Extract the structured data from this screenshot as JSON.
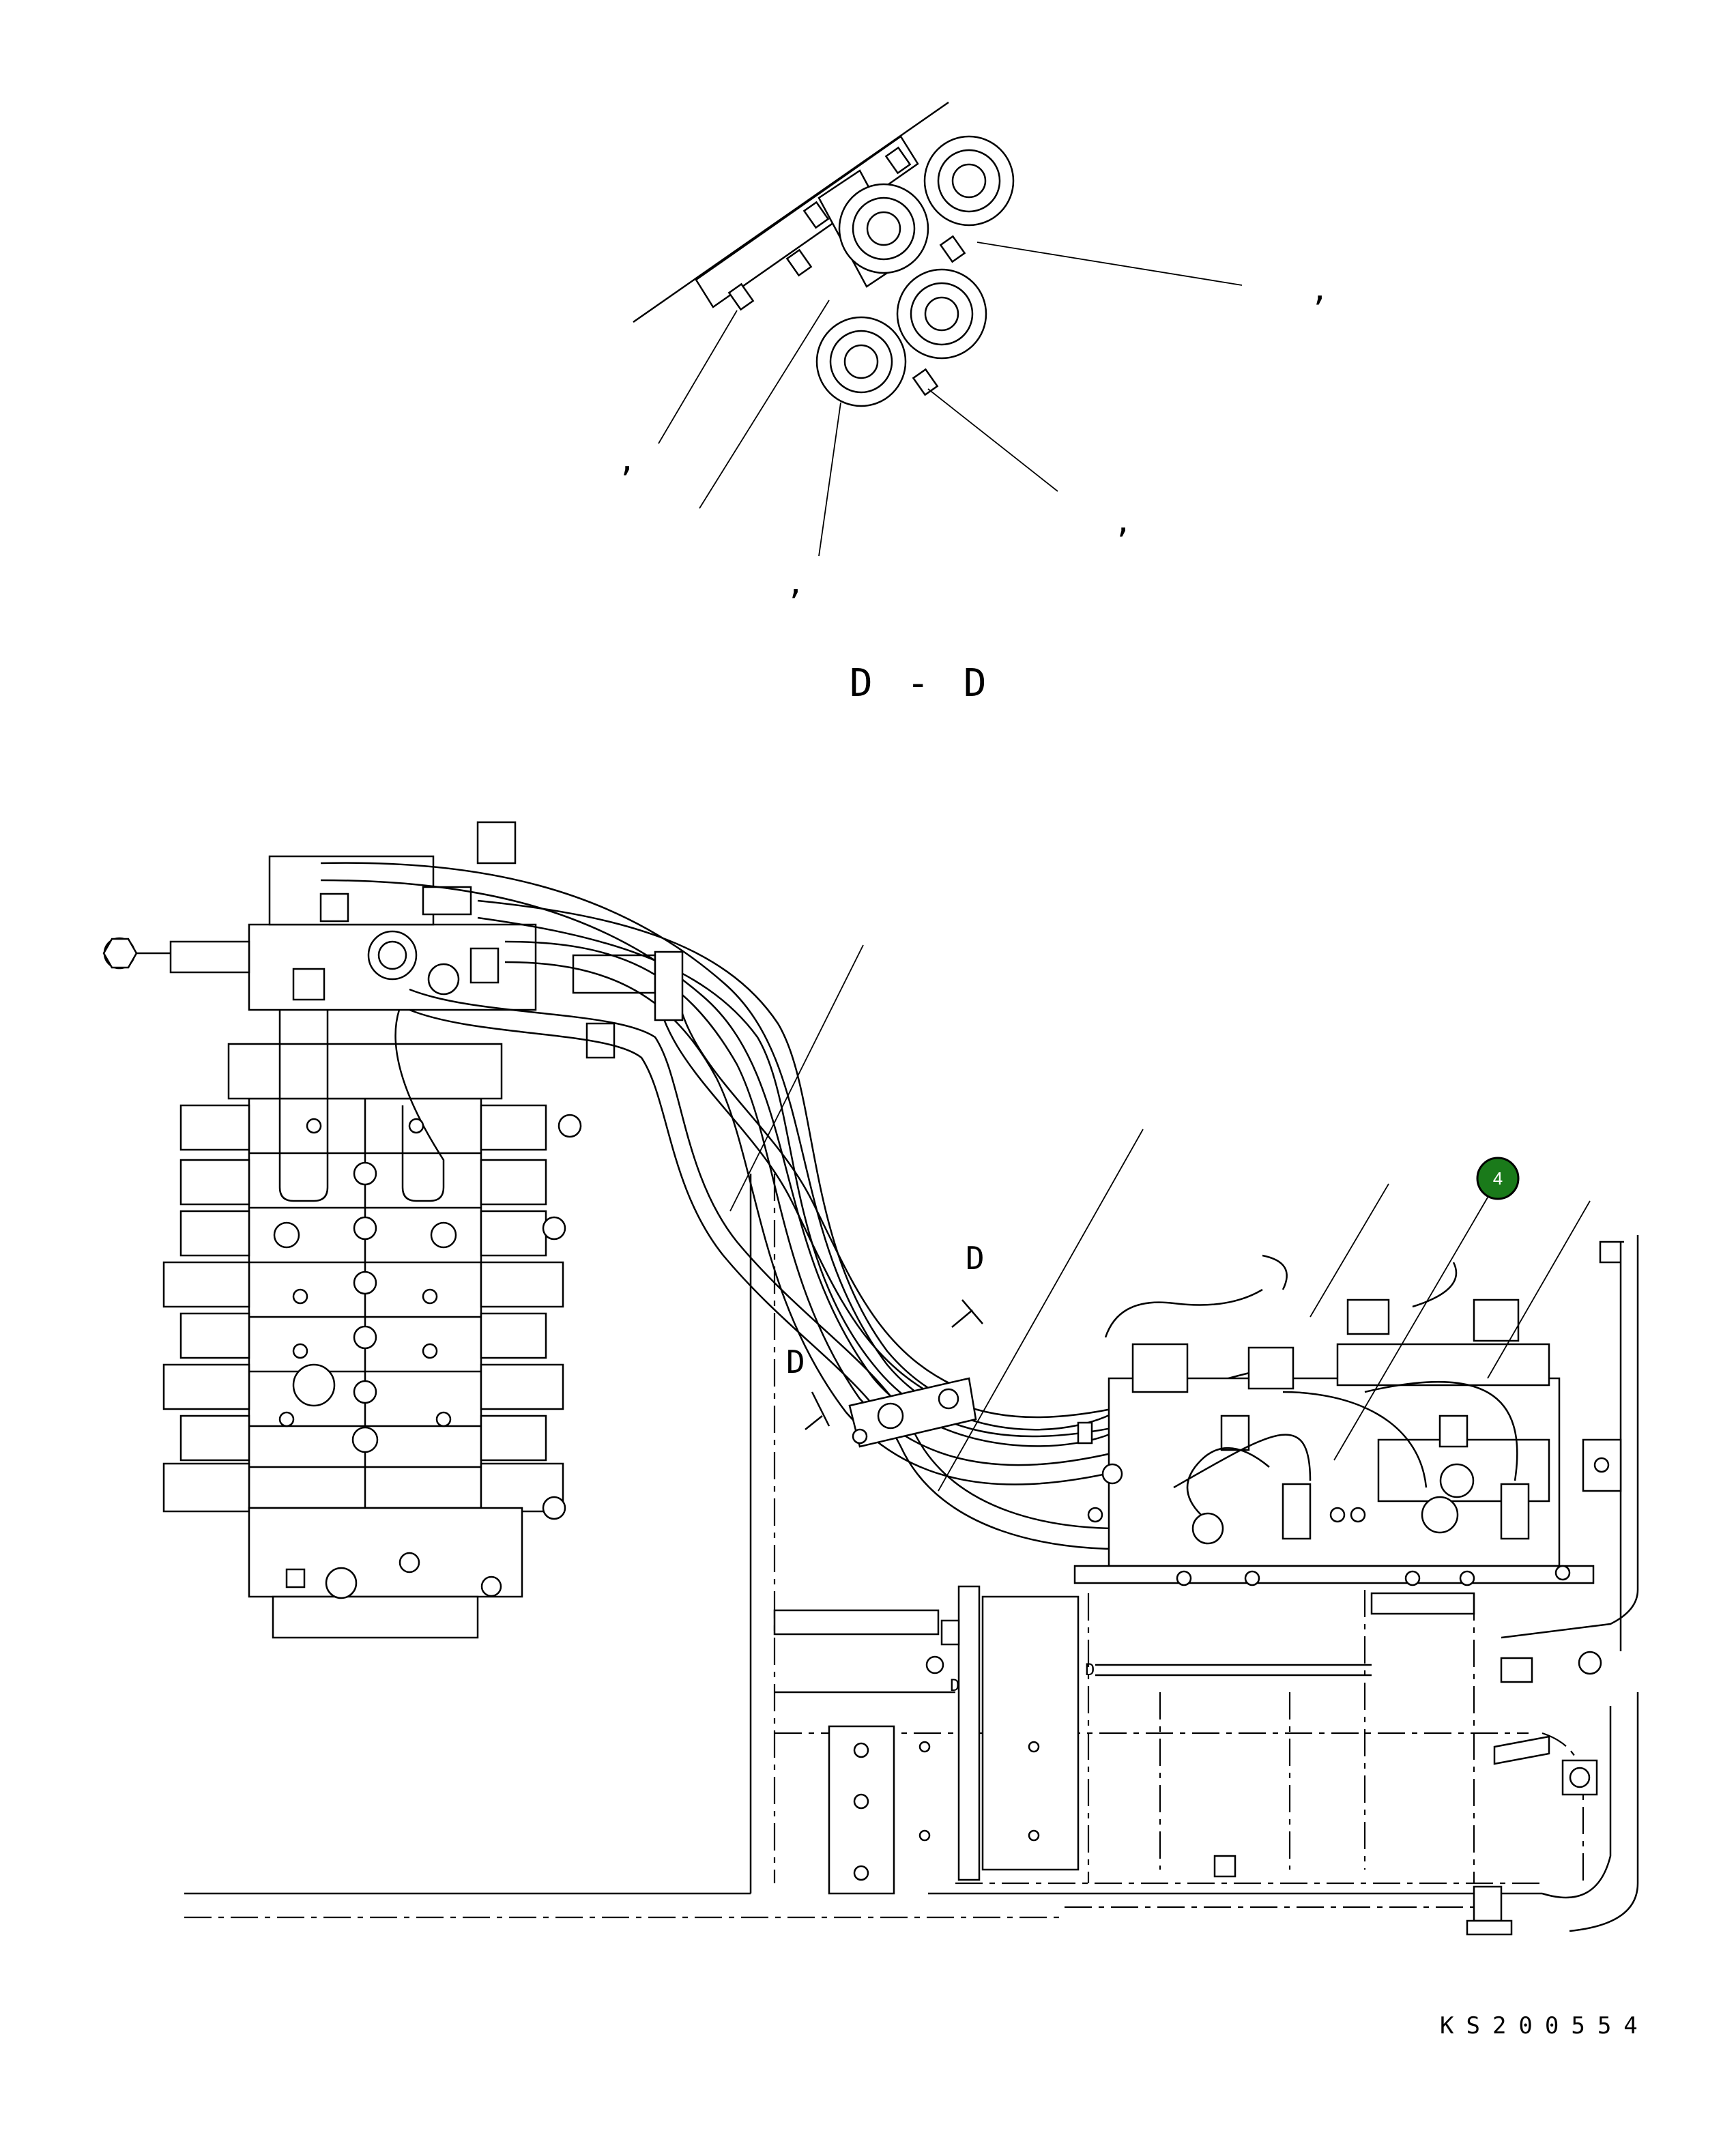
{
  "section_title": "D - D",
  "section_marks": [
    {
      "id": "upper",
      "letter": "D"
    },
    {
      "id": "lower",
      "letter": "D"
    }
  ],
  "view_marks": [
    {
      "id": "small-1",
      "letter": "D"
    },
    {
      "id": "small-2",
      "letter": "D"
    }
  ],
  "callout": {
    "number": "4",
    "color": "#1a7a1a"
  },
  "drawing_code": "KS200554",
  "leader_commas": [
    ",",
    ",",
    ",",
    ",",
    ","
  ]
}
